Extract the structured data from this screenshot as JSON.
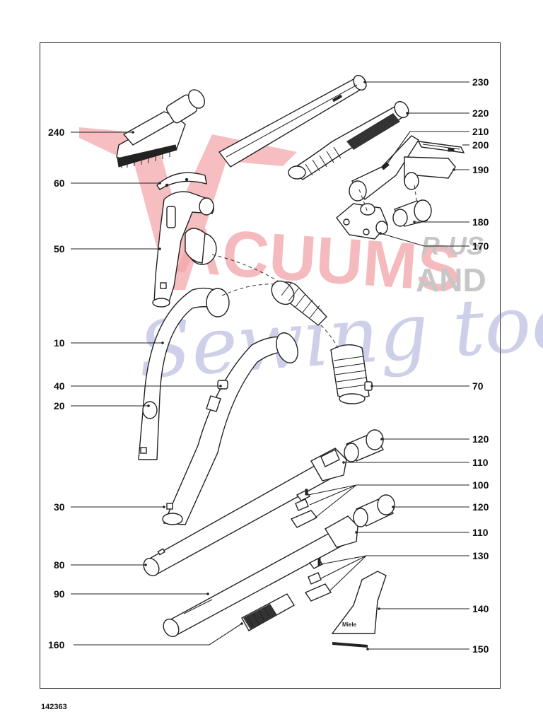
{
  "document": {
    "number": "142363"
  },
  "watermark": {
    "line1": "ACUUMS",
    "line2": "R-US",
    "line3": "AND",
    "line4": "Sewing too",
    "red": "#e8626a",
    "grey": "#9a9a9a",
    "blue": "#7d83c4"
  },
  "callouts": [
    {
      "label": "240"
    },
    {
      "label": "60"
    },
    {
      "label": "50"
    },
    {
      "label": "10"
    },
    {
      "label": "40"
    },
    {
      "label": "20"
    },
    {
      "label": "30"
    },
    {
      "label": "80"
    },
    {
      "label": "90"
    },
    {
      "label": "160"
    },
    {
      "label": "230"
    },
    {
      "label": "220"
    },
    {
      "label": "210"
    },
    {
      "label": "200"
    },
    {
      "label": "190"
    },
    {
      "label": "180"
    },
    {
      "label": "170"
    },
    {
      "label": "70"
    },
    {
      "label": "120"
    },
    {
      "label": "110"
    },
    {
      "label": "100"
    },
    {
      "label": "120"
    },
    {
      "label": "110"
    },
    {
      "label": "130"
    },
    {
      "label": "140"
    },
    {
      "label": "150"
    }
  ]
}
